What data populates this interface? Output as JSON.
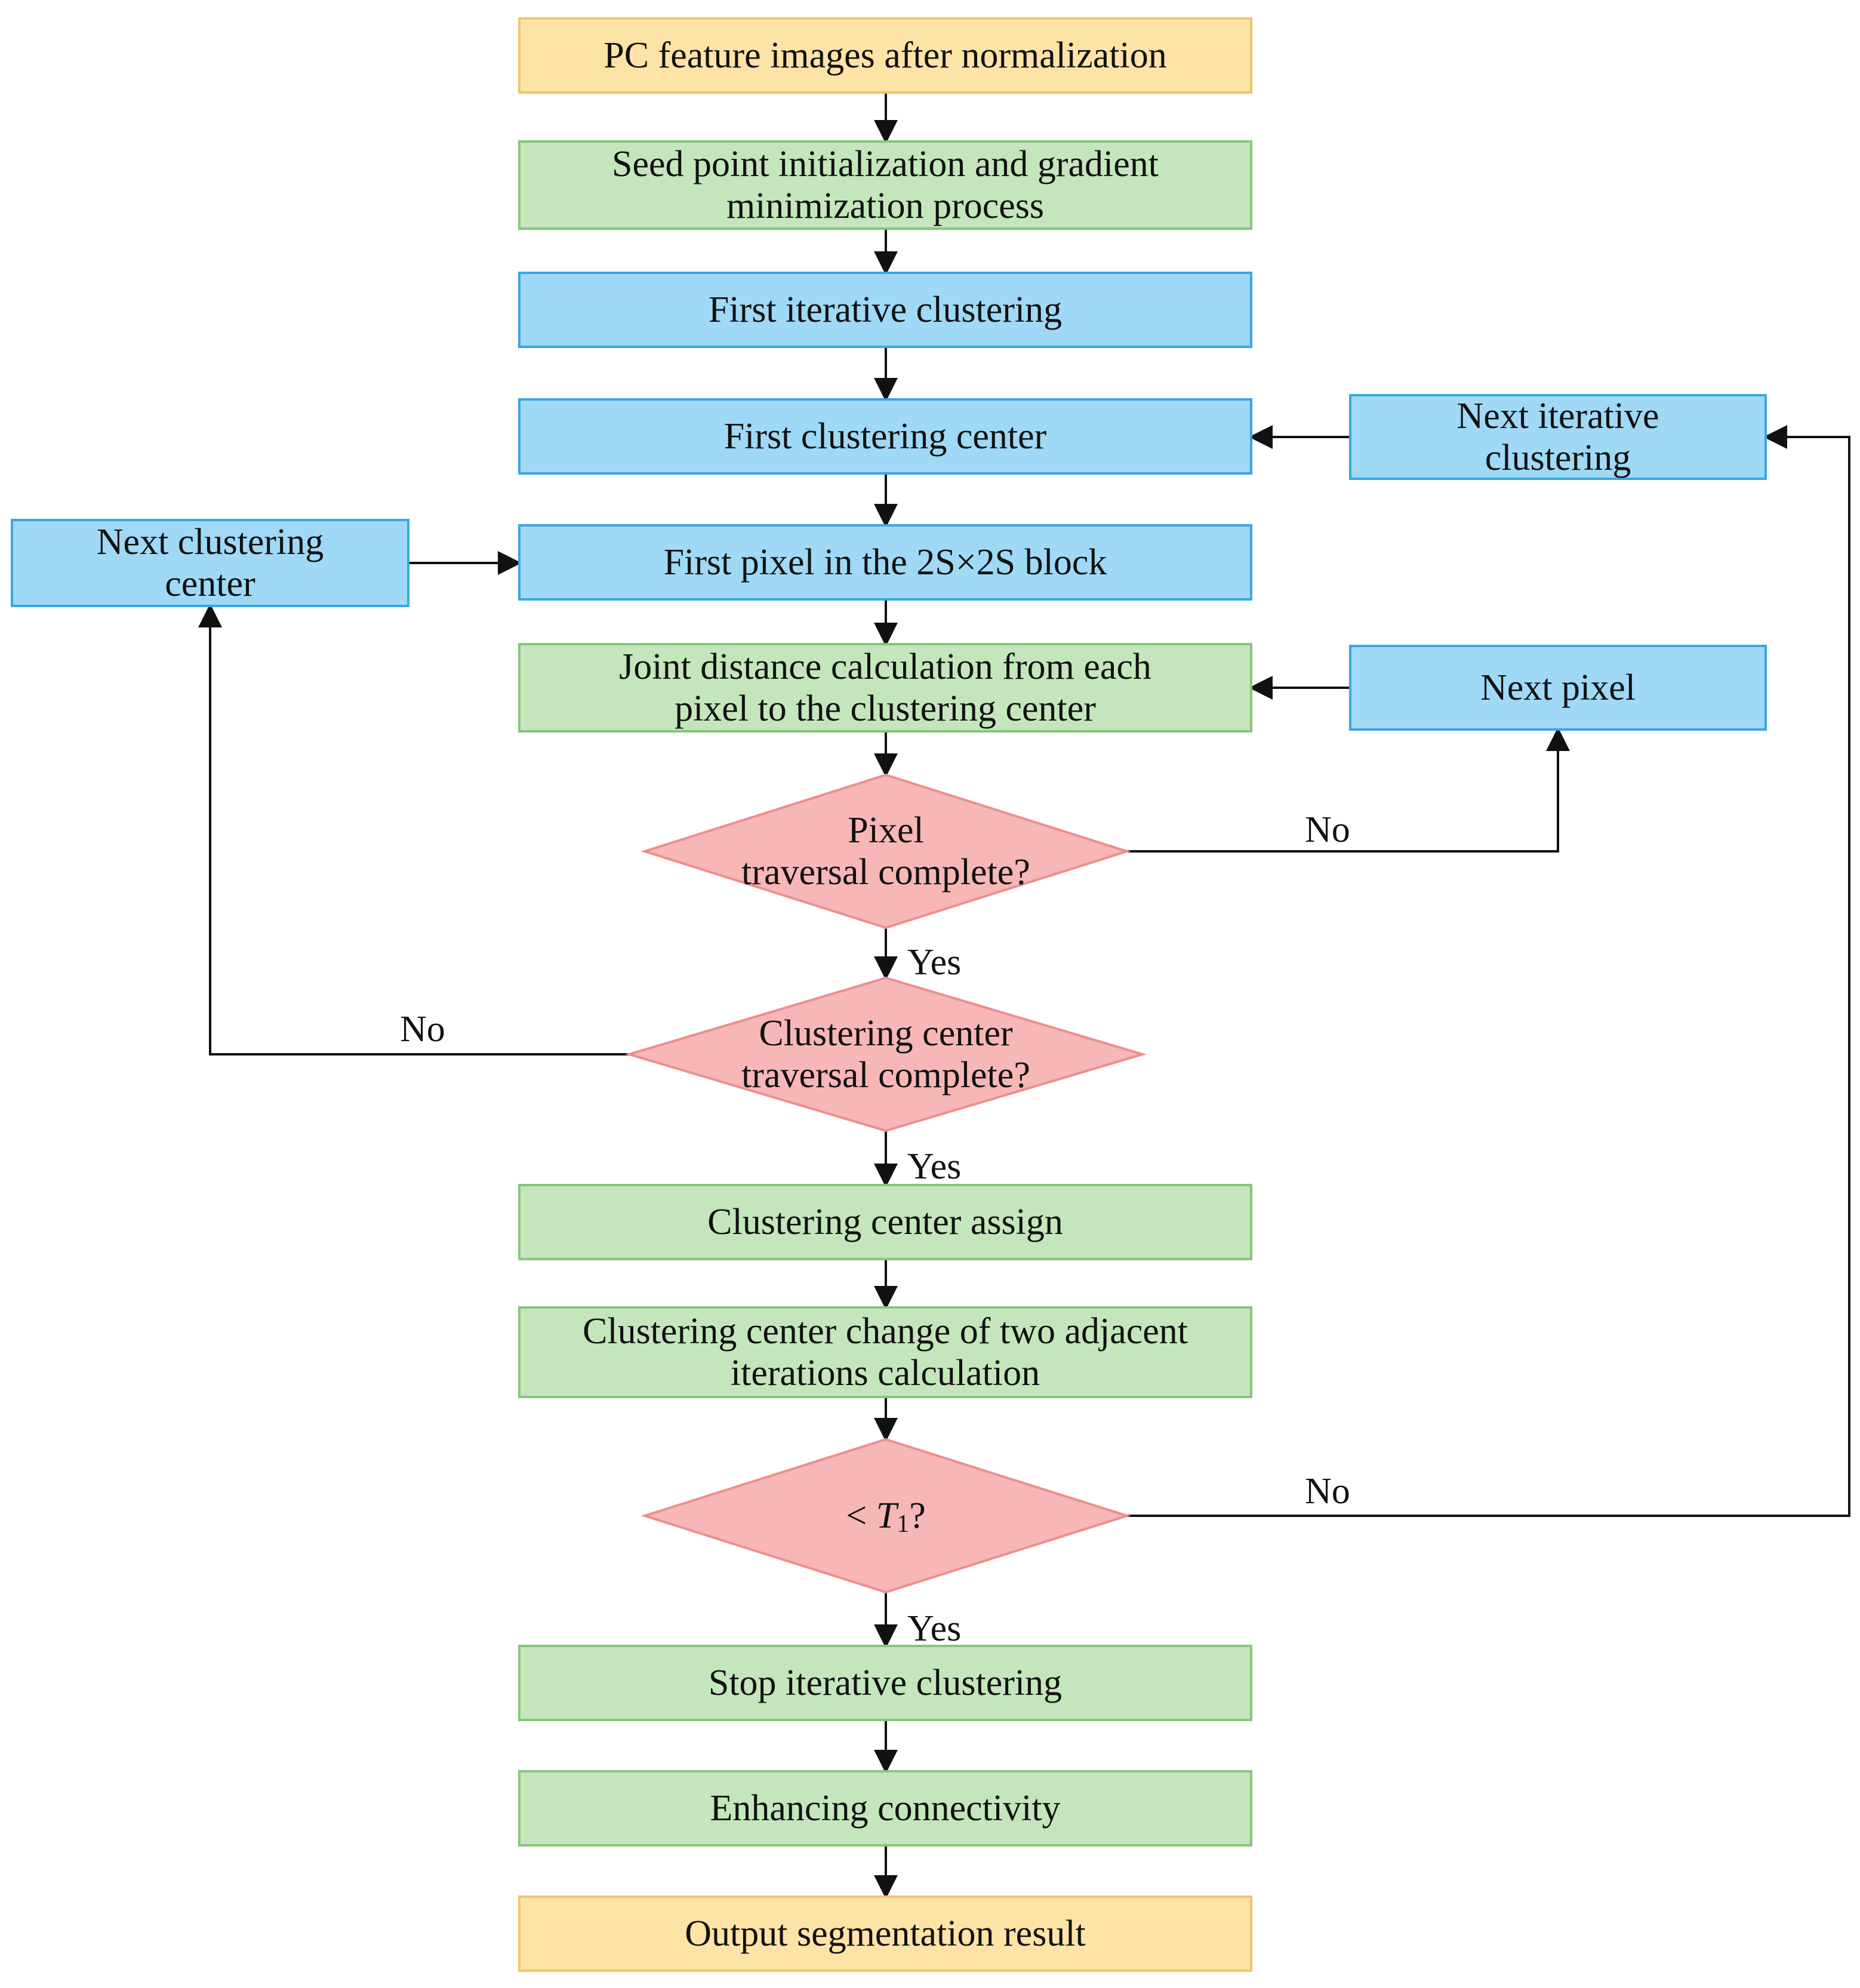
{
  "colors": {
    "io": "#fde4a6",
    "io_stroke": "#f3c36b",
    "process": "#c5e6bc",
    "process_stroke": "#84c77a",
    "loop": "#9fd9f6",
    "loop_stroke": "#3aa6e0",
    "decision": "#f7b7b7",
    "decision_stroke": "#ee8d8d",
    "line": "#111111"
  },
  "nodes": {
    "start": {
      "lines": [
        "PC feature images after normalization"
      ]
    },
    "seed": {
      "lines": [
        "Seed point initialization and gradient",
        "minimization process"
      ]
    },
    "first_iter": {
      "lines": [
        "First iterative clustering"
      ]
    },
    "first_center": {
      "lines": [
        "First clustering center"
      ]
    },
    "first_pixel": {
      "lines": [
        "First pixel in the 2S×2S block"
      ]
    },
    "joint": {
      "lines": [
        "Joint distance calculation from each",
        "pixel to the clustering center"
      ]
    },
    "pixel_q": {
      "lines": [
        "Pixel",
        "traversal complete?"
      ]
    },
    "center_q": {
      "lines": [
        "Clustering center",
        "traversal complete?"
      ]
    },
    "assign": {
      "lines": [
        "Clustering center assign"
      ]
    },
    "change": {
      "lines": [
        "Clustering center change of two adjacent",
        "iterations calculation"
      ]
    },
    "threshold_q": {
      "prefix": "< ",
      "var": "T",
      "sub": "1",
      "suffix": "?"
    },
    "stop": {
      "lines": [
        "Stop iterative clustering"
      ]
    },
    "enhance": {
      "lines": [
        "Enhancing connectivity"
      ]
    },
    "output": {
      "lines": [
        "Output segmentation result"
      ]
    },
    "next_iter": {
      "lines": [
        "Next iterative",
        "clustering"
      ]
    },
    "next_center": {
      "lines": [
        "Next clustering",
        "center"
      ]
    },
    "next_pixel": {
      "lines": [
        "Next pixel"
      ]
    }
  },
  "edge_labels": {
    "pixel_no": "No",
    "pixel_yes": "Yes",
    "center_no": "No",
    "center_yes": "Yes",
    "threshold_no": "No",
    "threshold_yes": "Yes"
  }
}
